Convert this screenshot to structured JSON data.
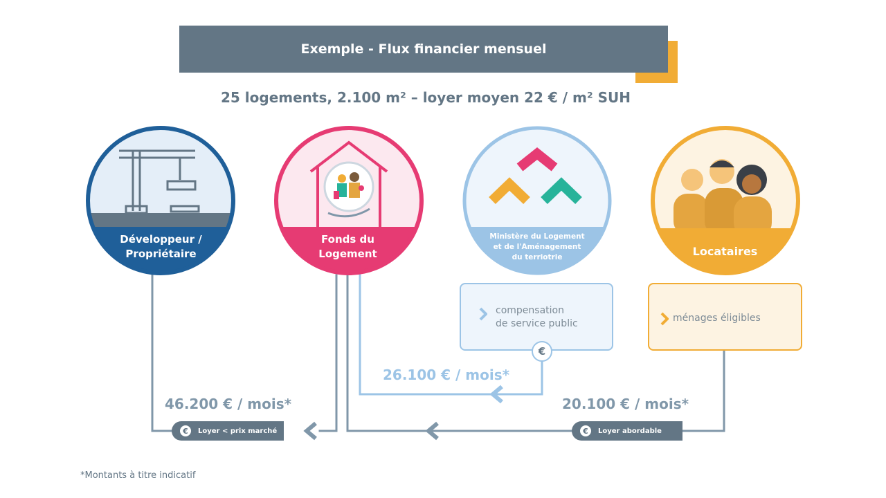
{
  "header": {
    "title": "Exemple - Flux financier mensuel"
  },
  "subtitle": "25 logements, 2.100 m² – loyer moyen 22 € / m² SUH",
  "actors": {
    "developer": {
      "label_line1": "Développeur /",
      "label_line2": "Propriétaire",
      "color": "#1f5f99"
    },
    "fund": {
      "label_line1": "Fonds du",
      "label_line2": "Logement",
      "color": "#e63b73"
    },
    "ministry": {
      "label_line1": "Ministère du Logement",
      "label_line2": "et de l'Aménagement",
      "label_line3": "du terriotrie",
      "color": "#9cc4e6"
    },
    "tenants": {
      "label": "Locataires",
      "color": "#f1ac35"
    }
  },
  "boxes": {
    "compensation": {
      "line1": "compensation",
      "line2": "de service public"
    },
    "households": {
      "text": "ménages éligibles"
    }
  },
  "flows": {
    "public_service": {
      "amount": "26.100 € / mois*"
    },
    "market_rent": {
      "amount": "46.200 € / mois*",
      "pill": "Loyer < prix marché"
    },
    "affordable_rent": {
      "amount": "20.100 € / mois*",
      "pill": "Loyer abordable"
    }
  },
  "euro_symbol": "€",
  "footnote": "*Montants à titre indicatif"
}
